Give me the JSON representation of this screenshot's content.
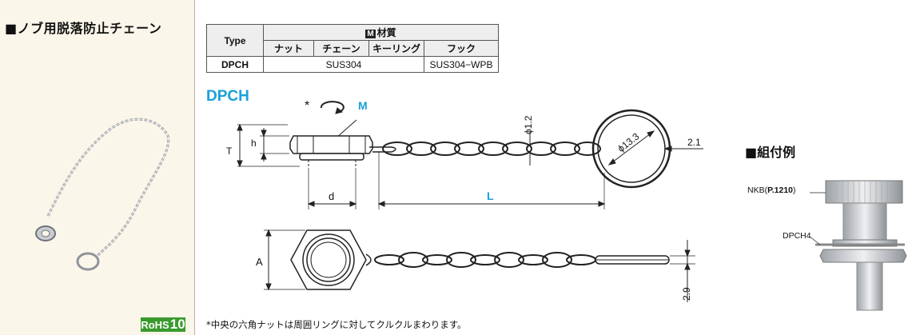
{
  "sidebar": {
    "title": "■ノブ用脱落防止チェーン",
    "rohs": {
      "prefix": "RoHS",
      "number": "10"
    }
  },
  "material_table": {
    "type_header": "Type",
    "group_badge": "M",
    "group_header": "材質",
    "columns": [
      "ナット",
      "チェーン",
      "キーリング",
      "フック"
    ],
    "row_type": "DPCH",
    "row_material_shared": "SUS304",
    "row_material_hook": "SUS304−WPB"
  },
  "drawing": {
    "title": "DPCH",
    "asterisk": "*",
    "m_label": "M",
    "T_label": "T",
    "h_label": "h",
    "d_label": "d",
    "L_label": "L",
    "A_label": "A",
    "wire_dia": "ϕ1.2",
    "ring_dia": "ϕ13.3",
    "ring_thk": "2.1",
    "hook_h": "2.9"
  },
  "assembly": {
    "title": "■組付例",
    "knob_label": "NKB",
    "page_ref": "P.1210",
    "chain_label": "DPCH4"
  },
  "footnote": "*中央の六角ナットは周囲リングに対してクルクルまわります。"
}
